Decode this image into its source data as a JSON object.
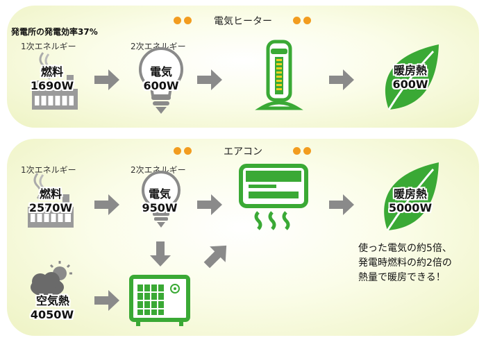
{
  "heater": {
    "title": "電気ヒーター",
    "efficiency_note": "発電所の発電効率37%",
    "primary_label": "1次エネルギー",
    "secondary_label": "2次エネルギー",
    "fuel": {
      "name": "燃料",
      "value": "1690W"
    },
    "electricity": {
      "name": "電気",
      "value": "600W"
    },
    "heat": {
      "name": "暖房熱",
      "value": "600W"
    }
  },
  "aircon": {
    "title": "エアコン",
    "primary_label": "1次エネルギー",
    "secondary_label": "2次エネルギー",
    "fuel": {
      "name": "燃料",
      "value": "2570W"
    },
    "electricity": {
      "name": "電気",
      "value": "950W"
    },
    "air_heat": {
      "name": "空気熱",
      "value": "4050W"
    },
    "heat": {
      "name": "暖房熱",
      "value": "5000W"
    },
    "note_lines": [
      "使った電気の約5倍、",
      "発電時燃料の約2倍の",
      "熱量で暖房できる！"
    ]
  },
  "colors": {
    "green": "#3aa935",
    "gray_arrow": "#8a8a8a",
    "orange_dot": "#f29c1f",
    "icon_gray": "#7a7a7a"
  }
}
